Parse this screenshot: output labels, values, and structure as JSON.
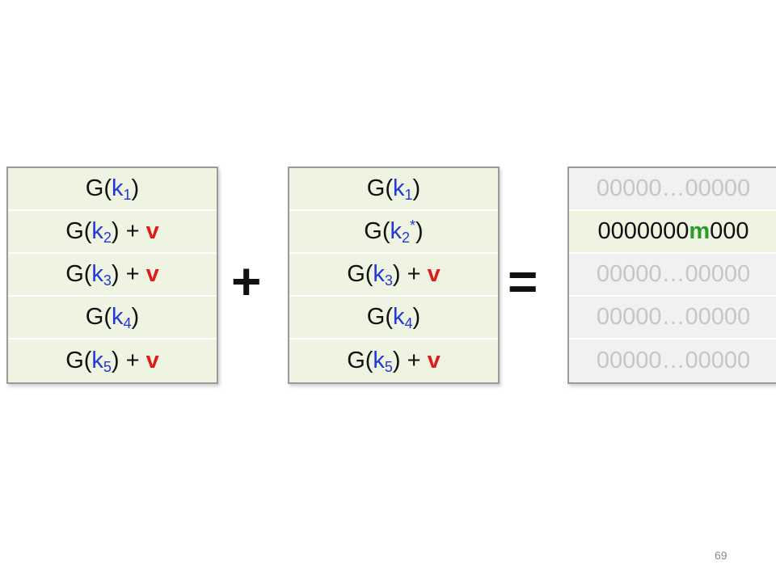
{
  "left_stack": {
    "rows": [
      {
        "pre": "G(",
        "key": "k",
        "sub": "1",
        "suffix": ")",
        "plus": "",
        "v": ""
      },
      {
        "pre": "G(",
        "key": "k",
        "sub": "2",
        "suffix": ")",
        "plus": " + ",
        "v": "v"
      },
      {
        "pre": "G(",
        "key": "k",
        "sub": "3",
        "suffix": ")",
        "plus": " + ",
        "v": "v"
      },
      {
        "pre": "G(",
        "key": "k",
        "sub": "4",
        "suffix": ")",
        "plus": "",
        "v": ""
      },
      {
        "pre": "G(",
        "key": "k",
        "sub": "5",
        "suffix": ")",
        "plus": " + ",
        "v": "v"
      }
    ]
  },
  "middle_stack": {
    "rows": [
      {
        "pre": "G(",
        "key": "k",
        "sub": "1",
        "sup": "",
        "suffix": ")",
        "plus": "",
        "v": ""
      },
      {
        "pre": "G(",
        "key": "k",
        "sub": "2",
        "sup": "*",
        "suffix": ")",
        "plus": "",
        "v": ""
      },
      {
        "pre": "G(",
        "key": "k",
        "sub": "3",
        "sup": "",
        "suffix": ")",
        "plus": " + ",
        "v": "v"
      },
      {
        "pre": "G(",
        "key": "k",
        "sub": "4",
        "sup": "",
        "suffix": ")",
        "plus": "",
        "v": ""
      },
      {
        "pre": "G(",
        "key": "k",
        "sub": "5",
        "sup": "",
        "suffix": ")",
        "plus": " + ",
        "v": "v"
      }
    ]
  },
  "result_stack": {
    "rows": [
      {
        "text": "00000…00000"
      },
      {
        "prefix": "0000000",
        "m": "m",
        "suffix": "000"
      },
      {
        "text": "00000…00000"
      },
      {
        "text": "00000…00000"
      },
      {
        "text": "00000…00000"
      }
    ]
  },
  "operators": {
    "plus": "+",
    "equals": "="
  },
  "slide_number": "69"
}
